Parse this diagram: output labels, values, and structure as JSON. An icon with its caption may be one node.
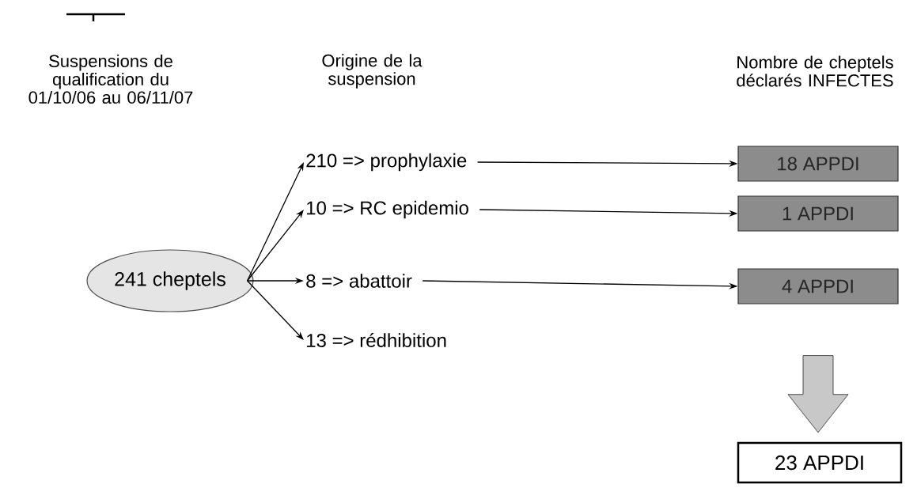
{
  "diagram": {
    "nodes": [
      {
        "text": [
          "241 cheptels"
        ]
      },
      {
        "text": [
          "210 => prophylaxie"
        ]
      },
      {
        "text": [
          "10 => RC epidemio"
        ]
      },
      {
        "text": [
          "8 => abattoir"
        ]
      },
      {
        "text": [
          "13 => rédhibition"
        ]
      },
      {
        "text": [
          "18 APPDI"
        ]
      },
      {
        "text": [
          "1 APPDI"
        ]
      },
      {
        "text": [
          "4 APPDI"
        ]
      },
      {
        "text": [
          "23 APPDI"
        ]
      }
    ],
    "edges": [
      {
        "from": 0,
        "to": 1,
        "arrow": "to"
      },
      {
        "from": 0,
        "to": 2,
        "arrow": "to"
      },
      {
        "from": 0,
        "to": 3,
        "arrow": "to"
      },
      {
        "from": 0,
        "to": 4,
        "arrow": "to"
      },
      {
        "from": 1,
        "to": 5,
        "arrow": "to"
      },
      {
        "from": 2,
        "to": 6,
        "arrow": "to"
      },
      {
        "from": 3,
        "to": 7,
        "arrow": "to"
      },
      {
        "from": 7,
        "to": 8,
        "arrow": "to",
        "style": "thick",
        "color": "#c8c8c8"
      }
    ],
    "labels": [
      "Suspensions de qualification du 01/10/06 au 06/11/07",
      "Origine de la suspension",
      "Nombre de cheptels déclarés INFECTES"
    ]
  }
}
